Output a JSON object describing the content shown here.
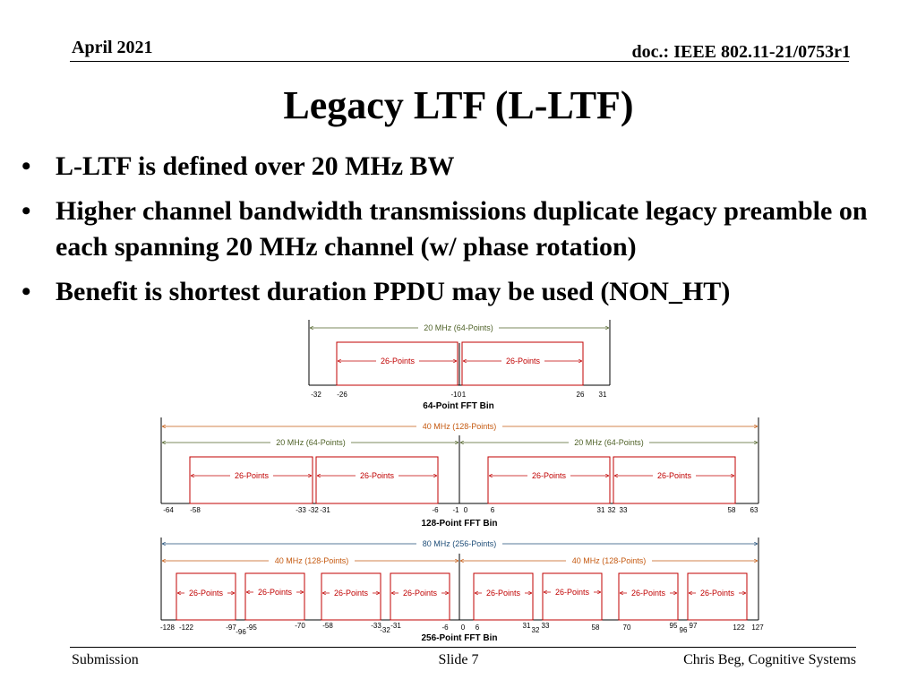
{
  "header": {
    "date": "April 2021",
    "doc": "doc.: IEEE 802.11-21/0753r1"
  },
  "slide": {
    "title": "Legacy LTF (L-LTF)",
    "bullets": [
      "L-LTF is defined over 20 MHz BW",
      "Higher channel bandwidth transmissions duplicate legacy preamble on each spanning 20 MHz channel  (w/ phase rotation)",
      "Benefit is shortest duration PPDU may be used (NON_HT)"
    ]
  },
  "diagram": {
    "colors": {
      "ru": "#c00000",
      "span20": "#4f6228",
      "span40": "#c55a11",
      "span80": "#1f4e79",
      "axis": "#000000"
    },
    "panel64": {
      "span20": "20 MHz (64-Points)",
      "ru": [
        "26-Points",
        "26-Points"
      ],
      "ticks": [
        "-32",
        "-26",
        "-1",
        "0",
        "1",
        "26",
        "31"
      ],
      "axis_label": "64-Point FFT Bin"
    },
    "panel128": {
      "span40": "40 MHz (128-Points)",
      "span20": [
        "20 MHz (64-Points)",
        "20 MHz (64-Points)"
      ],
      "ru": [
        "26-Points",
        "26-Points",
        "26-Points",
        "26-Points"
      ],
      "ticks": [
        "-64",
        "-58",
        "-33",
        "-32",
        "-31",
        "-6",
        "-1",
        "0",
        "6",
        "31",
        "32",
        "33",
        "58",
        "63"
      ],
      "axis_label": "128-Point FFT Bin"
    },
    "panel256": {
      "span80": "80 MHz (256-Points)",
      "span40": [
        "40 MHz (128-Points)",
        "40 MHz (128-Points)"
      ],
      "ru": [
        "26-Points",
        "26-Points",
        "26-Points",
        "26-Points",
        "26-Points",
        "26-Points",
        "26-Points",
        "26-Points"
      ],
      "ticks": [
        "-128",
        "-122",
        "-97",
        "-96",
        "-95",
        "-70",
        "-58",
        "-33",
        "-32",
        "-31",
        "-6",
        "0",
        "6",
        "31",
        "32",
        "33",
        "58",
        "70",
        "95",
        "96",
        "97",
        "122",
        "127"
      ],
      "axis_label": "256-Point FFT Bin"
    }
  },
  "footer": {
    "left": "Submission",
    "center": "Slide 7",
    "right": "Chris Beg, Cognitive Systems"
  }
}
